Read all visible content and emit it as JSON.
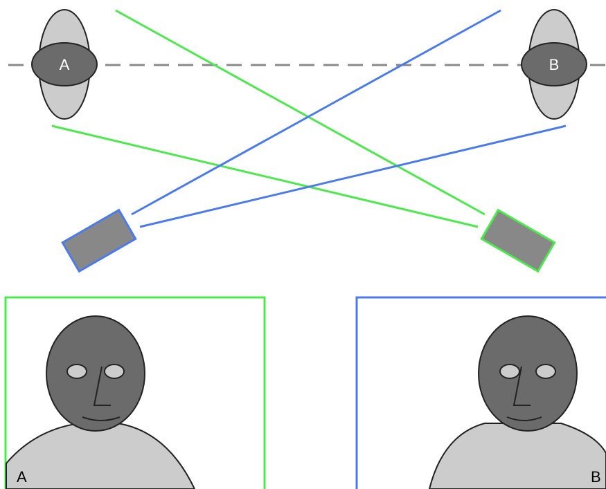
{
  "diagram": {
    "people": [
      {
        "id": "a",
        "label": "A"
      },
      {
        "id": "b",
        "label": "B"
      }
    ],
    "views": [
      {
        "id": "a",
        "label": "A"
      },
      {
        "id": "b",
        "label": "B"
      }
    ],
    "colors": {
      "camera_a_view": "#4de84d",
      "camera_b_view": "#4b7bea",
      "head_top": "#6b6b6b",
      "body_light": "#cccccc",
      "camera_body": "#888888",
      "face": "#6b6b6b",
      "baseline": "#888888"
    }
  }
}
